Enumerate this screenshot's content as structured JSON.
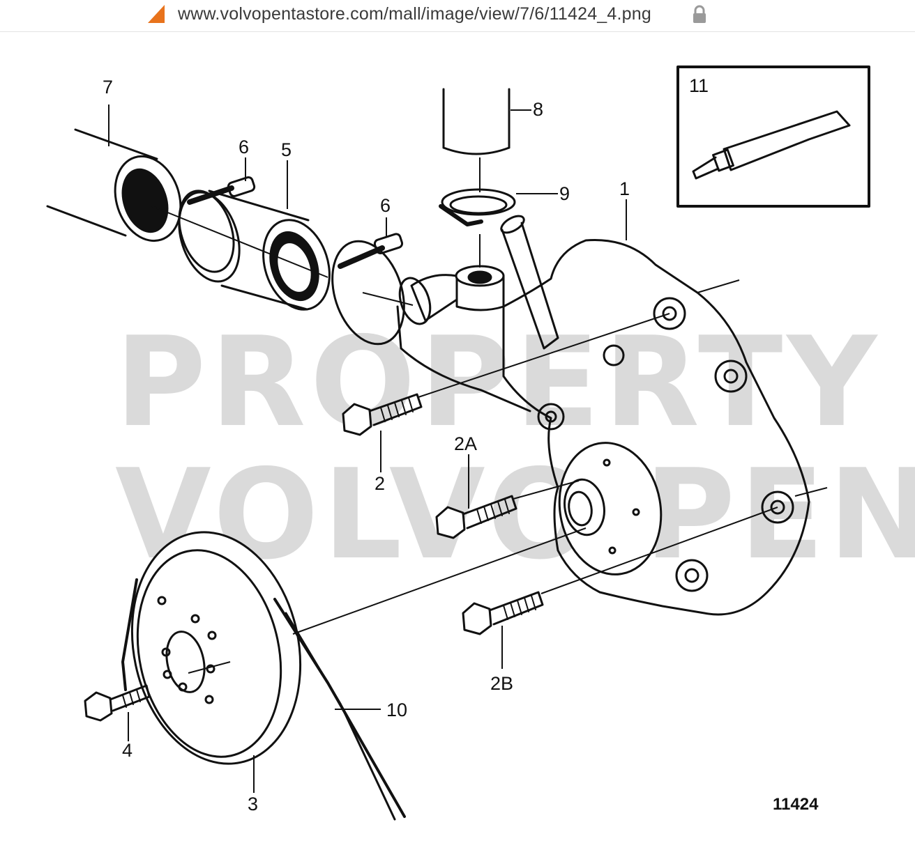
{
  "browser": {
    "url": "www.volvopentastore.com/mall/image/view/7/6/11424_4.png",
    "site_icon": "volvo-penta-sail-icon",
    "lock_icon": "lock-icon"
  },
  "diagram": {
    "watermark_line1": "PROPERTY OF",
    "watermark_line2": "VOLVO PENTA",
    "figure_number": "11424",
    "callouts": {
      "c1": "1",
      "c2": "2",
      "c2a": "2A",
      "c2b": "2B",
      "c3": "3",
      "c4": "4",
      "c5": "5",
      "c6a": "6",
      "c6b": "6",
      "c7": "7",
      "c8": "8",
      "c9": "9",
      "c10": "10",
      "c11": "11"
    }
  },
  "colors": {
    "line": "#111111",
    "watermark": "#bdbdbd",
    "accent": "#e8731c"
  }
}
